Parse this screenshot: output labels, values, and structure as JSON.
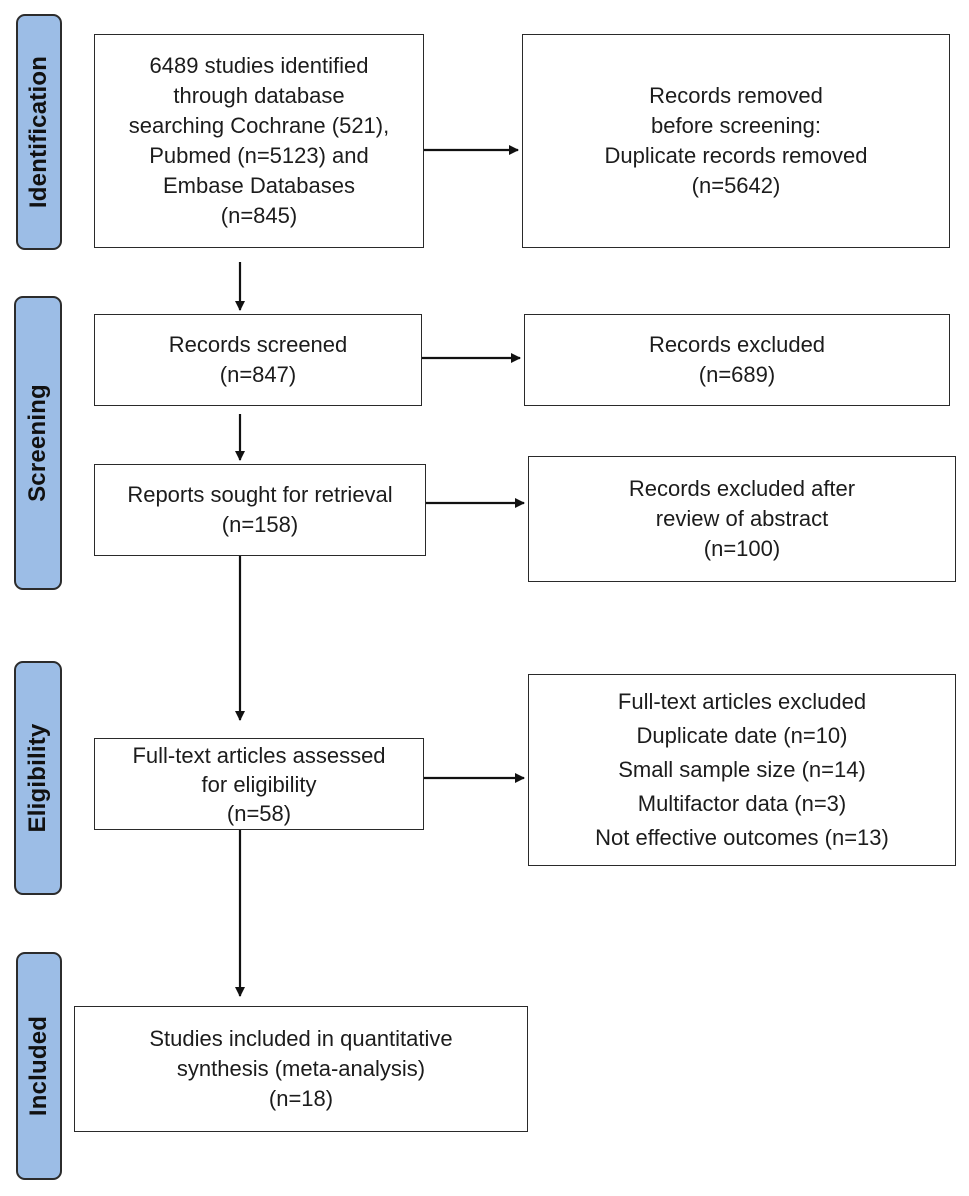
{
  "phases": {
    "identification": "Identification",
    "screening": "Screening",
    "eligibility": "Eligibility",
    "included": "Included"
  },
  "boxes": {
    "identified": {
      "lines": [
        "6489 studies identified",
        "through database",
        "searching Cochrane (521),",
        "Pubmed (n=5123) and",
        "Embase Databases",
        "(n=845)"
      ]
    },
    "removed": {
      "lines": [
        "Records removed",
        "before screening:",
        "Duplicate records removed",
        "(n=5642)"
      ]
    },
    "screened": {
      "lines": [
        "Records screened",
        "(n=847)"
      ]
    },
    "excluded": {
      "lines": [
        "Records excluded",
        "(n=689)"
      ]
    },
    "sought": {
      "lines": [
        "Reports sought for retrieval",
        "(n=158)"
      ]
    },
    "excluded_abstract": {
      "lines": [
        "Records excluded after",
        "review of abstract",
        "(n=100)"
      ]
    },
    "fulltext": {
      "lines": [
        "Full-text articles assessed",
        "for eligibility",
        "(n=58)"
      ]
    },
    "fulltext_excluded": {
      "lines": [
        "Full-text articles excluded",
        "Duplicate date (n=10)",
        "Small sample size (n=14)",
        "Multifactor data (n=3)",
        "Not effective outcomes (n=13)"
      ]
    },
    "included": {
      "lines": [
        "Studies included in quantitative",
        "synthesis (meta-analysis)",
        "(n=18)"
      ]
    }
  },
  "colors": {
    "phase_fill": "#9cbde6",
    "border": "#2a2a2a",
    "arrow": "#111111"
  }
}
